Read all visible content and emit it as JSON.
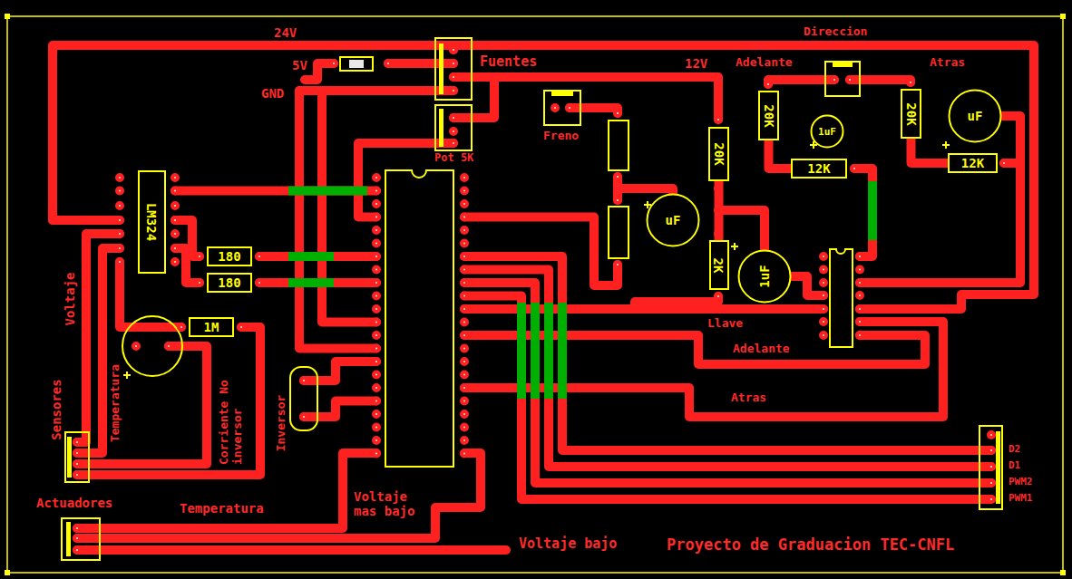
{
  "diagram": {
    "nodes": [
      {
        "text": [
          "LM324"
        ]
      },
      {
        "text": [
          "180"
        ]
      },
      {
        "text": [
          "180"
        ]
      },
      {
        "text": [
          "1M"
        ]
      },
      {
        "text": [
          "20K"
        ]
      },
      {
        "text": [
          "uF"
        ]
      },
      {
        "text": [
          "2K"
        ]
      },
      {
        "text": [
          "1uF"
        ]
      },
      {
        "text": [
          "20K"
        ]
      },
      {
        "text": [
          "1uF"
        ]
      },
      {
        "text": [
          "12K"
        ]
      },
      {
        "text": [
          "20K"
        ]
      },
      {
        "text": [
          "uF"
        ]
      },
      {
        "text": [
          "12K"
        ]
      }
    ],
    "edges": [
      {
        "from": 4,
        "to": 6,
        "arrow": "none"
      },
      {
        "from": 8,
        "to": 10,
        "arrow": "none"
      },
      {
        "from": 11,
        "to": 13,
        "arrow": "none"
      }
    ],
    "labels": [
      "24V",
      "5V",
      "GND",
      "Fuentes",
      "Pot 5K",
      "Freno",
      "12V",
      "Direccion",
      "Adelante",
      "Atras",
      "Llave",
      "Adelante",
      "Atras",
      "Voltaje",
      "Sensores",
      "Temperatura",
      "Corriente No inversor",
      "Inversor",
      "Actuadores",
      "Temperatura",
      "Voltaje mas bajo",
      "Voltaje bajo",
      "Proyecto de Graduacion TEC-CNFL",
      "D2",
      "D1",
      "PWM2",
      "PWM1"
    ]
  }
}
